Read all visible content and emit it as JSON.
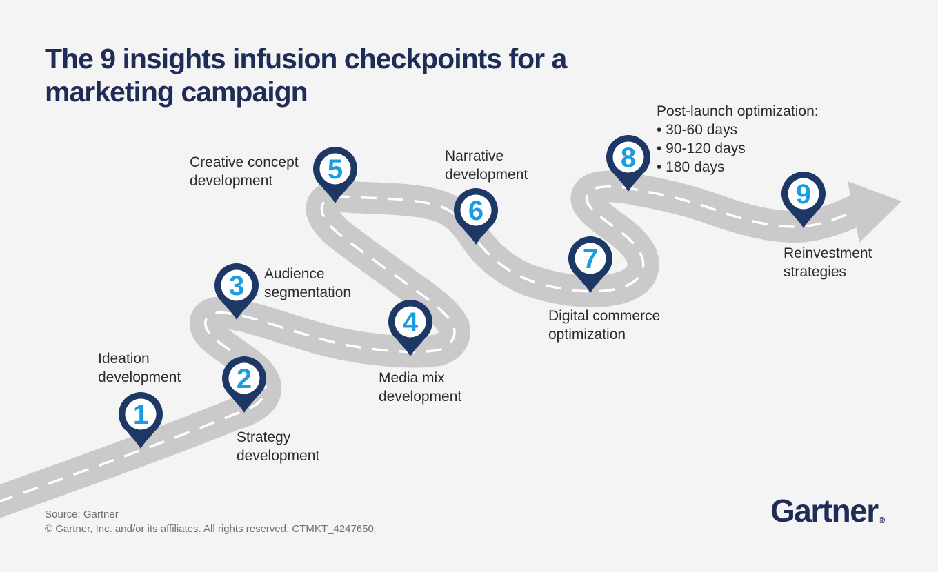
{
  "title": {
    "lines": [
      "The 9 insights infusion checkpoints for a",
      "marketing campaign"
    ]
  },
  "checkpoints": [
    {
      "number": "1",
      "label_lines": [
        "Ideation",
        "development"
      ]
    },
    {
      "number": "2",
      "label_lines": [
        "Strategy",
        "development"
      ]
    },
    {
      "number": "3",
      "label_lines": [
        "Audience",
        "segmentation"
      ]
    },
    {
      "number": "4",
      "label_lines": [
        "Media mix",
        "development"
      ]
    },
    {
      "number": "5",
      "label_lines": [
        "Creative concept",
        "development"
      ]
    },
    {
      "number": "6",
      "label_lines": [
        "Narrative",
        "development"
      ]
    },
    {
      "number": "7",
      "label_lines": [
        "Digital commerce",
        "optimization"
      ]
    },
    {
      "number": "8",
      "label_lines": [
        "Post-launch optimization:",
        "• 30-60 days",
        "• 90-120 days",
        "• 180 days"
      ]
    },
    {
      "number": "9",
      "label_lines": [
        "Reinvestment",
        "strategies"
      ]
    }
  ],
  "footer": {
    "source": "Source: Gartner",
    "copyright": "© Gartner, Inc. and/or its affiliates. All rights reserved. CTMKT_4247650",
    "logo_text": "Gartner",
    "logo_registered": "®"
  },
  "colors": {
    "background": "#f4f4f4",
    "title_navy": "#1e2c56",
    "pin_navy": "#1d3865",
    "number_blue": "#189dde",
    "road_gray": "#cacaca",
    "centerline_white": "#ffffff",
    "label_text": "#2b2b2b",
    "footer_gray": "#6f6f6f"
  }
}
